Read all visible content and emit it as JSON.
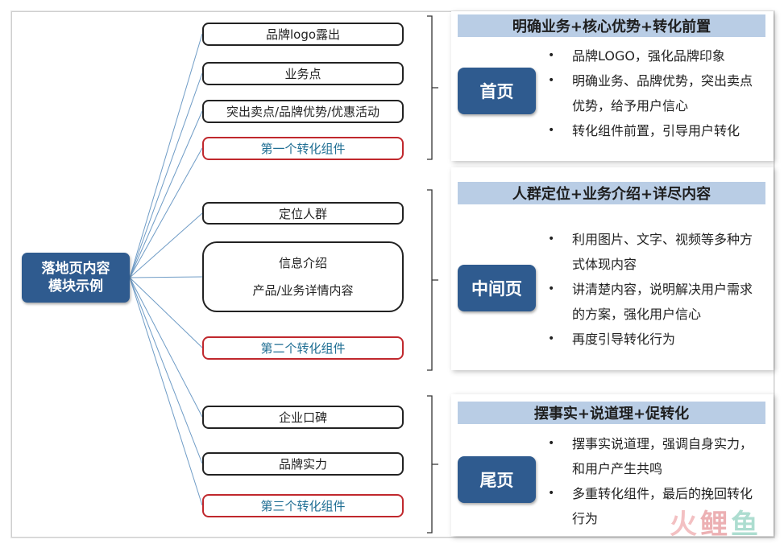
{
  "root": {
    "line1": "落地页内容",
    "line2": "模块示例"
  },
  "groups": [
    {
      "nodes": [
        {
          "label": "品牌logo露出"
        },
        {
          "label": "业务点"
        },
        {
          "label": "突出卖点/品牌优势/优惠活动"
        },
        {
          "label": "第一个转化组件"
        }
      ]
    },
    {
      "nodes": [
        {
          "label": "定位人群"
        },
        {
          "line1": "信息介绍",
          "line2": "产品/业务详情内容"
        },
        {
          "label": "第二个转化组件"
        }
      ]
    },
    {
      "nodes": [
        {
          "label": "企业口碑"
        },
        {
          "label": "品牌实力"
        },
        {
          "label": "第三个转化组件"
        }
      ]
    }
  ],
  "panels": [
    {
      "title": "明确业务+核心优势+转化前置",
      "badge": "首页",
      "bullets": [
        "品牌LOGO，强化品牌印象",
        "明确业务、品牌优势，突出卖点优势，给予用户信心",
        "转化组件前置，引导用户转化"
      ]
    },
    {
      "title": "人群定位+业务介绍+详尽内容",
      "badge": "中间页",
      "bullets": [
        "利用图片、文字、视频等多种方式体现内容",
        "讲清楚内容，说明解决用户需求的方案，强化用户信心",
        "再度引导转化行为"
      ]
    },
    {
      "title": "摆事实+说道理+促转化",
      "badge": "尾页",
      "bullets": [
        "摆事实说道理，强调自身实力，和用户产生共鸣",
        "多重转化组件，最后的挽回转化行为"
      ]
    }
  ],
  "colors": {
    "root": "#2f5b8f",
    "panel_title_bg": "#b9cde5",
    "conversion_border": "#c0282d",
    "conversion_text": "#1f6e93",
    "connector": "#6f9cc6"
  },
  "watermark": {
    "part1": "火",
    "part2": "鲤",
    "part3": "鱼"
  }
}
